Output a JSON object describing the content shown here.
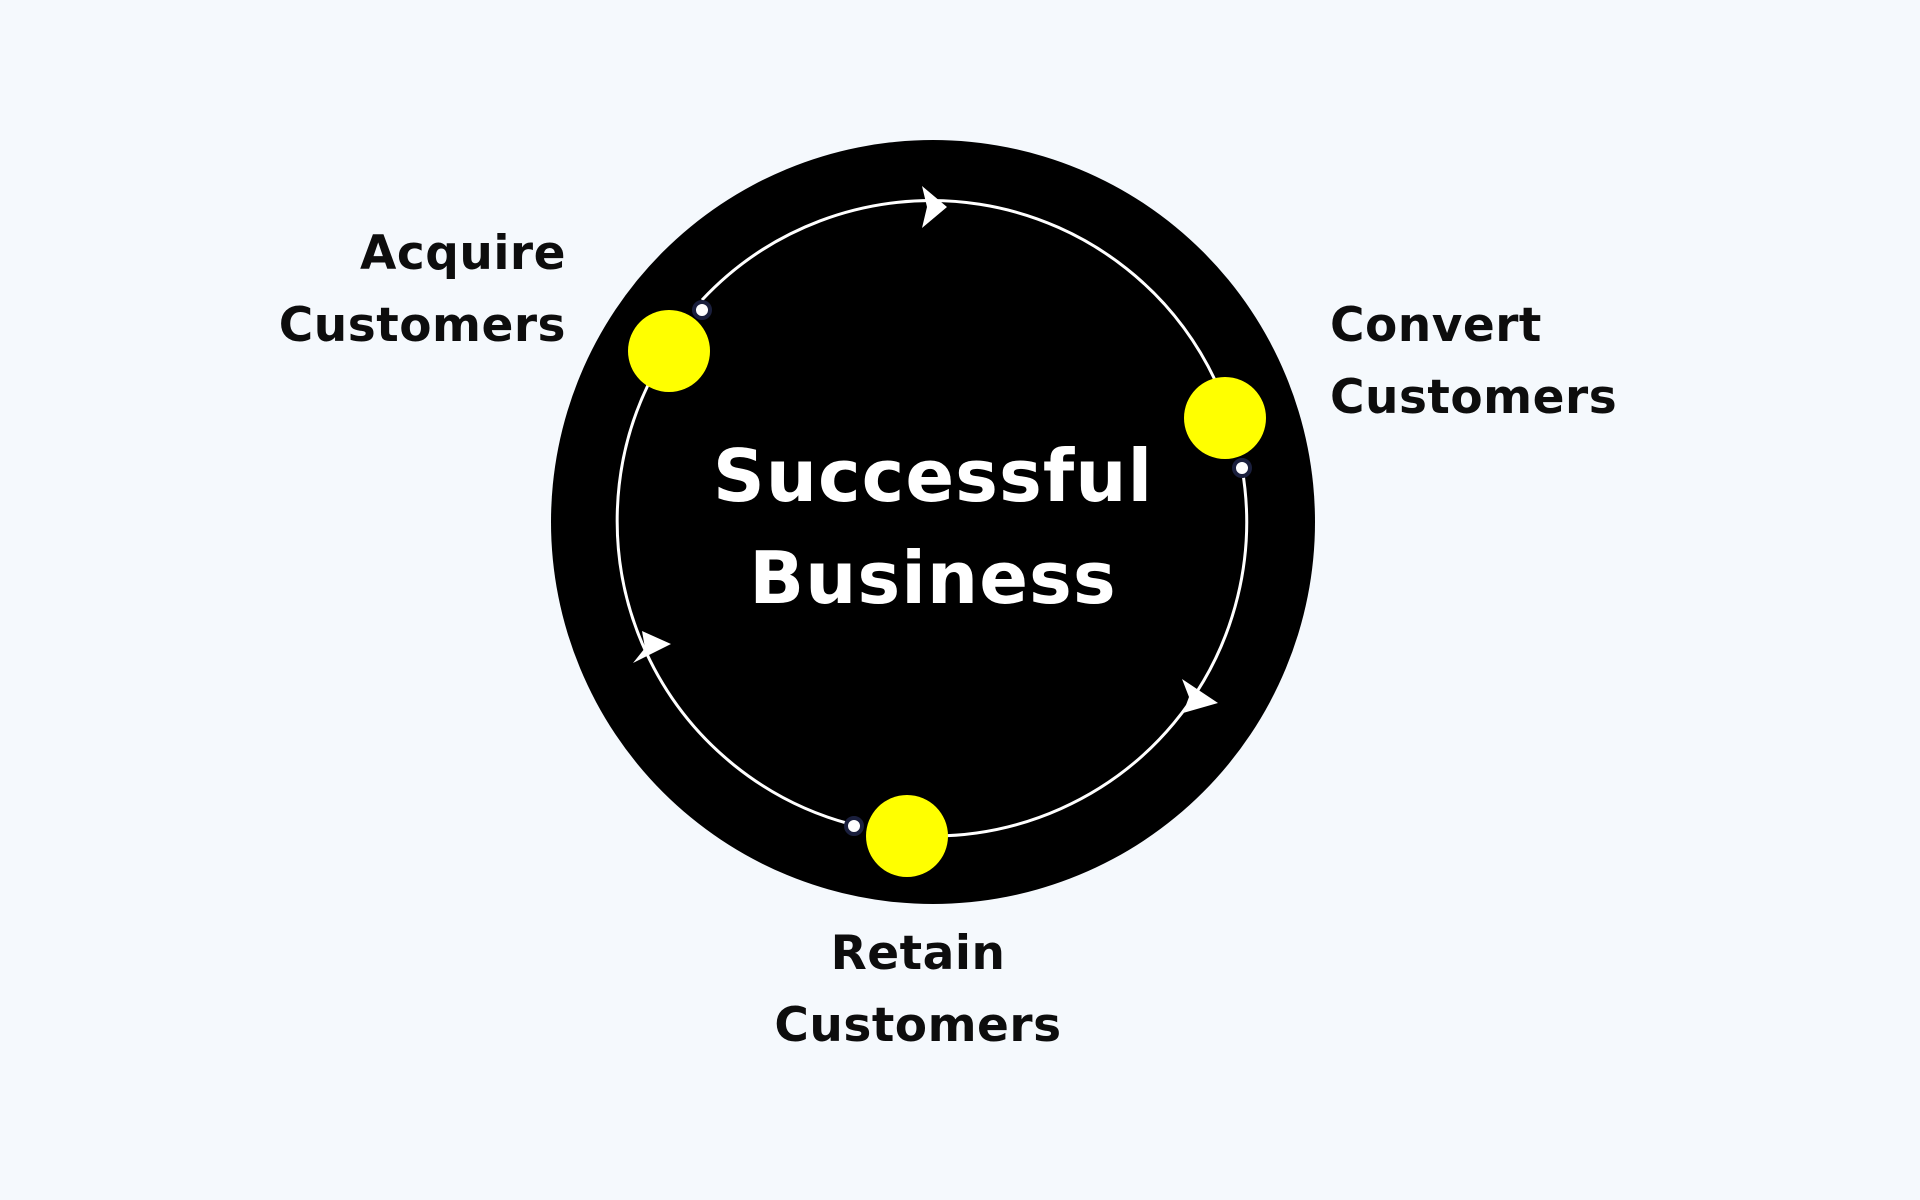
{
  "diagram": {
    "center": {
      "line1": "Successful",
      "line2": "Business"
    },
    "stages": [
      {
        "id": "acquire",
        "line1": "Acquire",
        "line2": "Customers"
      },
      {
        "id": "convert",
        "line1": "Convert",
        "line2": "Customers"
      },
      {
        "id": "retain",
        "line1": "Retain",
        "line2": "Customers"
      }
    ]
  },
  "colors": {
    "background": "#f5f9fd",
    "disc": "#000000",
    "cycle_line": "#ffffff",
    "node": "#ffff00",
    "connector_dot_ring": "#1a1f3d",
    "label_text": "#0d0d0d",
    "center_text": "#ffffff"
  }
}
